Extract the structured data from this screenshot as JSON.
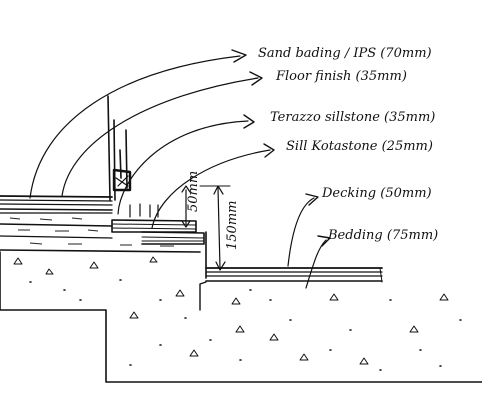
{
  "labels": {
    "sand_bedding": "Sand bading / IPS (70mm)",
    "floor_finish": "Floor finish (35mm)",
    "terazzo": "Terazzo sillstone (35mm)",
    "sill_kota": "Sill Kotastone (25mm)",
    "decking": "Decking (50mm)",
    "bedding": "Bedding (75mm)"
  },
  "dims": {
    "d50": "50mm",
    "d150": "150mm"
  }
}
